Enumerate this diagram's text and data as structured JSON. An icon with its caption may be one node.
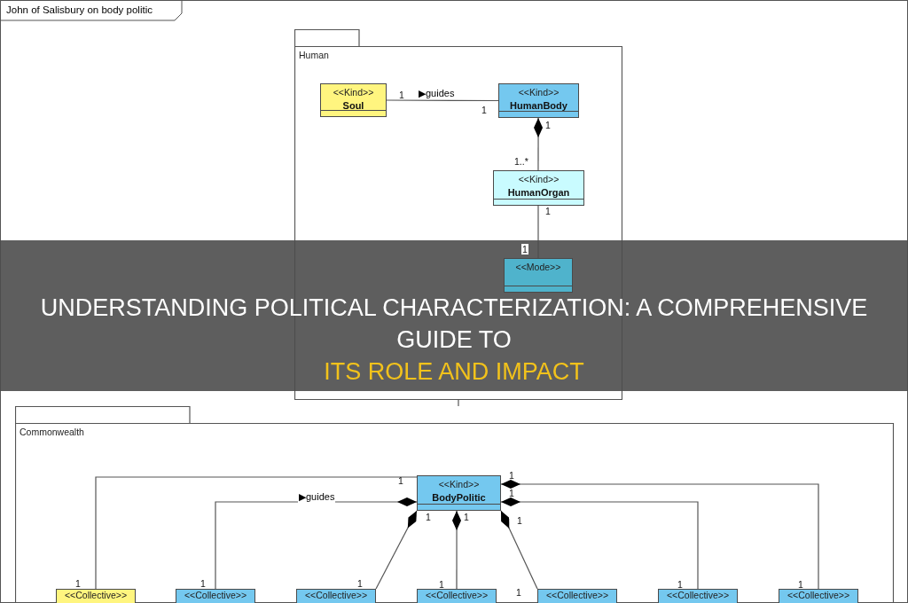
{
  "diagram": {
    "title": "John of Salisbury on body politic",
    "nodes": [
      {
        "text": [
          "Human"
        ]
      },
      {
        "text": [
          "<<Kind>>",
          "Soul"
        ],
        "in": 0
      },
      {
        "text": [
          "<<Kind>>",
          "HumanBody"
        ],
        "in": 0
      },
      {
        "text": [
          "<<Kind>>",
          "HumanOrgan"
        ],
        "in": 0
      },
      {
        "text": [
          "<<Mode>>"
        ],
        "in": 0
      },
      {
        "text": [
          "Commonwealth"
        ]
      },
      {
        "text": [
          "<<Kind>>",
          "BodyPolitic"
        ],
        "in": 5
      },
      {
        "text": [
          "<<Collective>>"
        ],
        "in": 5
      },
      {
        "text": [
          "<<Collective>>"
        ],
        "in": 5
      },
      {
        "text": [
          "<<Collective>>"
        ],
        "in": 5
      },
      {
        "text": [
          "<<Collective>>"
        ],
        "in": 5
      },
      {
        "text": [
          "<<Collective>>"
        ],
        "in": 5
      },
      {
        "text": [
          "<<Collective>>"
        ],
        "in": 5
      },
      {
        "text": [
          "<<Collective>>"
        ],
        "in": 5
      }
    ],
    "edges": [
      {
        "from": 1,
        "to": 2,
        "arrow": "none",
        "label": "▶guides"
      },
      {
        "from": 2,
        "to": 3,
        "arrow": "other"
      },
      {
        "from": 3,
        "to": 4,
        "arrow": "none"
      },
      {
        "from": 0,
        "to": 5,
        "arrow": "none"
      },
      {
        "from": 6,
        "to": 7,
        "arrow": "none"
      },
      {
        "from": 6,
        "to": 8,
        "arrow": "other",
        "label": "▶guides"
      },
      {
        "from": 6,
        "to": 9,
        "arrow": "other"
      },
      {
        "from": 6,
        "to": 10,
        "arrow": "other"
      },
      {
        "from": 6,
        "to": 11,
        "arrow": "other"
      },
      {
        "from": 6,
        "to": 12,
        "arrow": "other"
      },
      {
        "from": 6,
        "to": 13,
        "arrow": "other"
      }
    ],
    "labels": [
      "1",
      "1",
      "1",
      "1..*",
      "1",
      "1",
      "UNDERSTANDING POLITICAL CHARACTERIZATION: A COMPREHENSIVE GUIDE TO",
      "ITS ROLE AND IMPACT",
      "1",
      "1",
      "1",
      "1",
      "1",
      "1",
      "1",
      "1",
      "1",
      "1",
      "1",
      "1",
      "1"
    ]
  }
}
